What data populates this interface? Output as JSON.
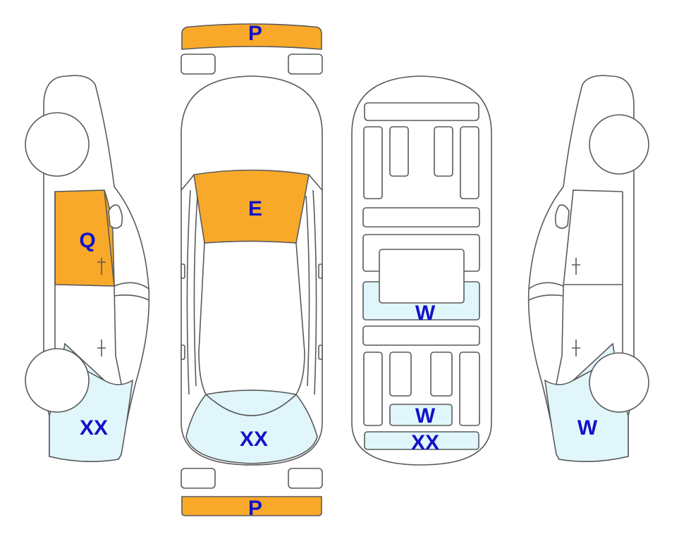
{
  "colors": {
    "orange": "#f9a92a",
    "light_blue": "#e0f6fb",
    "label": "#1212c8",
    "outline": "#5a5a5a"
  },
  "labels": {
    "front_bumper": "P",
    "rear_bumper": "P",
    "hood": "E",
    "top_trunk": "XX",
    "left_front_door": "Q",
    "left_rear_quarter": "XX",
    "underbody_center": "W",
    "underbody_rear_inner": "W",
    "underbody_rear_edge": "XX",
    "right_rear_quarter": "W"
  },
  "parts": {
    "front_bumper": "damaged",
    "rear_bumper": "damaged",
    "hood": "damaged",
    "left_front_door": "damaged",
    "top_trunk": "marked",
    "left_rear_quarter": "marked",
    "underbody_center": "marked",
    "underbody_rear_inner": "marked",
    "underbody_rear_edge": "marked",
    "right_rear_quarter": "marked"
  }
}
